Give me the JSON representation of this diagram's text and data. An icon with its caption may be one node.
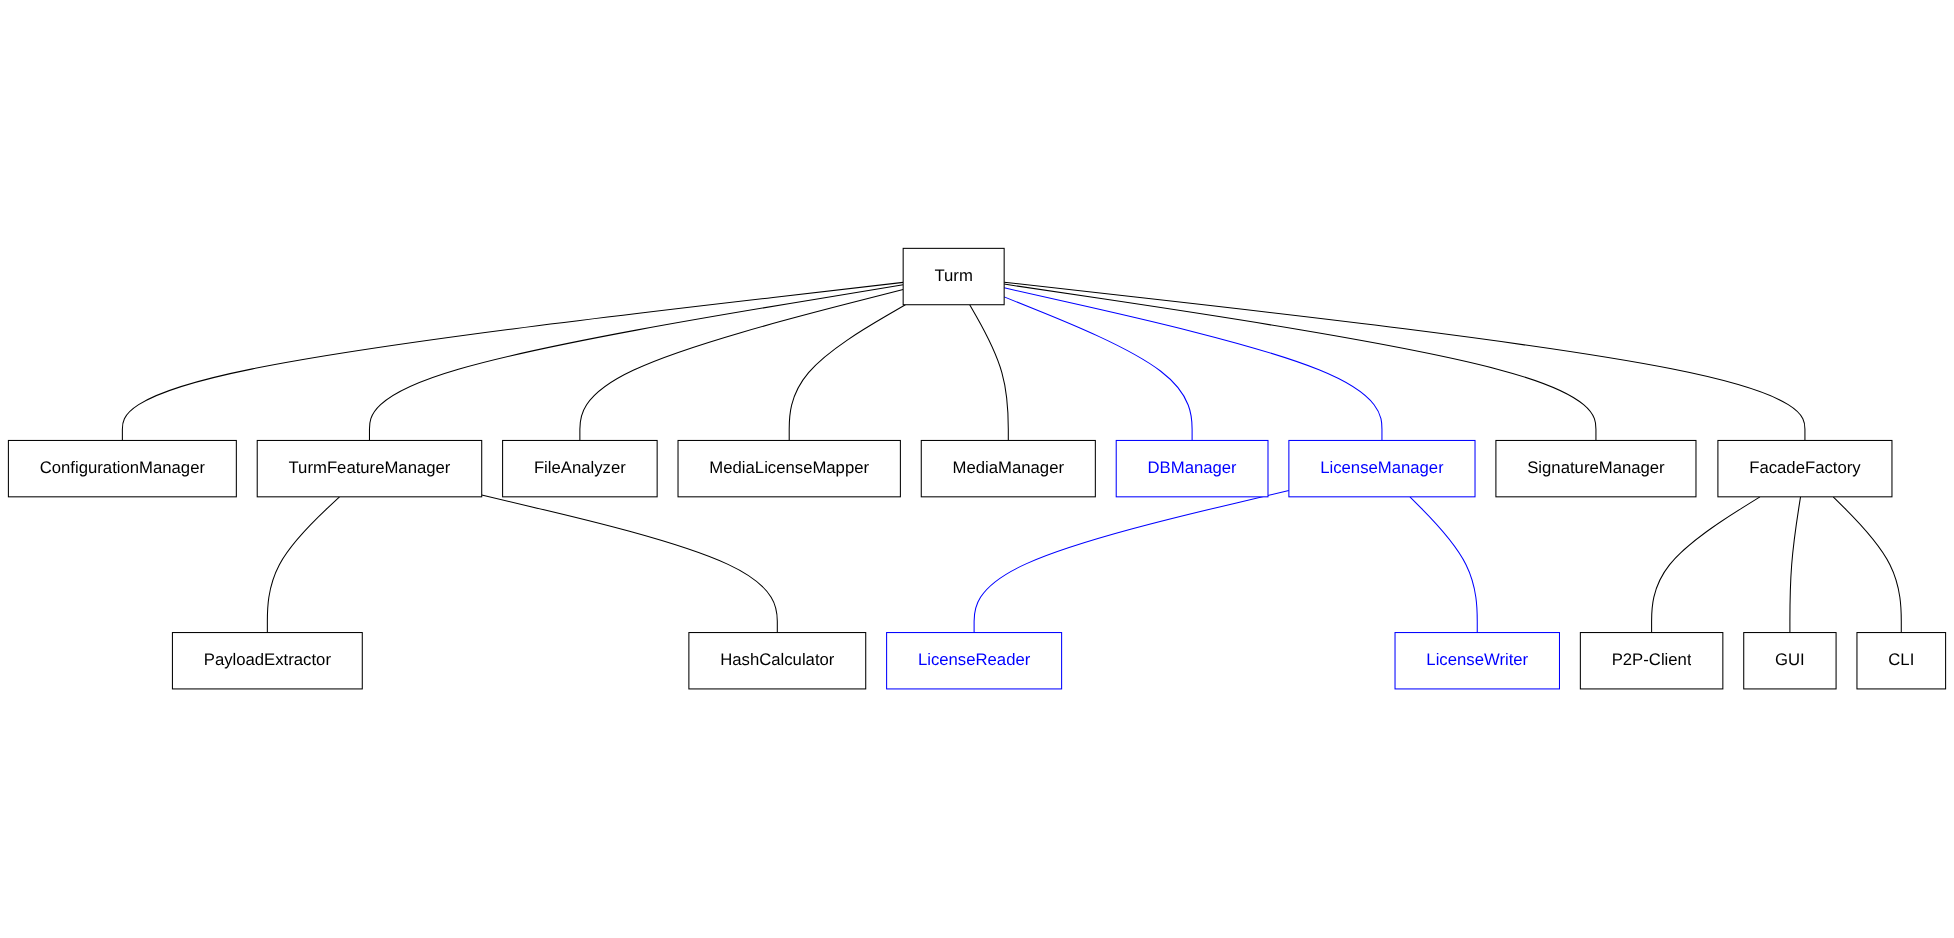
{
  "diagram": {
    "nodes": [
      {
        "text": [
          "Turm"
        ]
      },
      {
        "text": [
          "ConfigurationManager"
        ]
      },
      {
        "text": [
          "TurmFeatureManager"
        ]
      },
      {
        "text": [
          "FileAnalyzer"
        ]
      },
      {
        "text": [
          "MediaLicenseMapper"
        ]
      },
      {
        "text": [
          "MediaManager"
        ]
      },
      {
        "text": [
          "DBManager"
        ]
      },
      {
        "text": [
          "LicenseManager"
        ]
      },
      {
        "text": [
          "SignatureManager"
        ]
      },
      {
        "text": [
          "FacadeFactory"
        ]
      },
      {
        "text": [
          "PayloadExtractor"
        ]
      },
      {
        "text": [
          "HashCalculator"
        ]
      },
      {
        "text": [
          "P2P-Client"
        ]
      },
      {
        "text": [
          "GUI"
        ]
      },
      {
        "text": [
          "CLI"
        ]
      },
      {
        "text": [
          "LicenseReader"
        ]
      },
      {
        "text": [
          "LicenseWriter"
        ]
      }
    ],
    "edges": [
      {
        "from": 0,
        "to": 1,
        "arrow": "none"
      },
      {
        "from": 0,
        "to": 2,
        "arrow": "none"
      },
      {
        "from": 0,
        "to": 3,
        "arrow": "none"
      },
      {
        "from": 0,
        "to": 4,
        "arrow": "none"
      },
      {
        "from": 0,
        "to": 5,
        "arrow": "none"
      },
      {
        "from": 0,
        "to": 6,
        "arrow": "none",
        "color": "#0000ff"
      },
      {
        "from": 0,
        "to": 7,
        "arrow": "none",
        "color": "#0000ff"
      },
      {
        "from": 0,
        "to": 8,
        "arrow": "none"
      },
      {
        "from": 0,
        "to": 9,
        "arrow": "none"
      },
      {
        "from": 2,
        "to": 10,
        "arrow": "none"
      },
      {
        "from": 2,
        "to": 11,
        "arrow": "none"
      },
      {
        "from": 9,
        "to": 12,
        "arrow": "none"
      },
      {
        "from": 9,
        "to": 13,
        "arrow": "none"
      },
      {
        "from": 9,
        "to": 14,
        "arrow": "none"
      },
      {
        "from": 7,
        "to": 15,
        "arrow": "none",
        "color": "#0000ff"
      },
      {
        "from": 7,
        "to": 16,
        "arrow": "none",
        "color": "#0000ff"
      }
    ]
  }
}
